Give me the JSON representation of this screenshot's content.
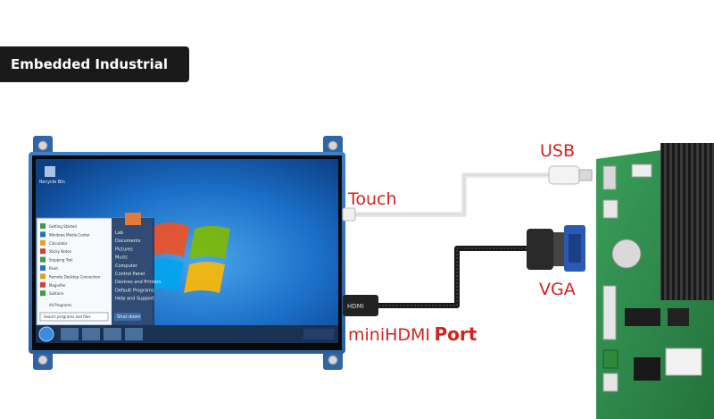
{
  "badge": {
    "title": "Embedded Industrial Board"
  },
  "labels": {
    "usb": "USB",
    "touch": "Touch",
    "vga": "VGA",
    "minihdmi": "miniHDMI",
    "port": "Port",
    "hdmi_plug": "HDMI"
  },
  "start_menu": {
    "left_items": [
      "Getting Started",
      "Windows Media Center",
      "Calculator",
      "Sticky Notes",
      "Snipping Tool",
      "Paint",
      "Remote Desktop Connection",
      "Magnifier",
      "Solitaire"
    ],
    "right_items": [
      "Lab",
      "Documents",
      "Pictures",
      "Music",
      "Computer",
      "Control Panel",
      "Devices and Printers",
      "Default Programs",
      "Help and Support"
    ],
    "all_programs": "All Programs",
    "search_placeholder": "Search programs and files",
    "shutdown": "Shut down"
  },
  "desktop": {
    "icon_label": "Recycle Bin"
  },
  "colors": {
    "accent_red": "#d5231f",
    "board_green": "#2f8a4a",
    "screen_blue": "#1c6fc8"
  }
}
